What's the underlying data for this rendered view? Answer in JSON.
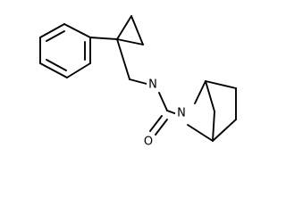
{
  "molecule": {
    "atom_labels": {
      "amide_nitrogen": "N",
      "ring_nitrogen": "N",
      "carbonyl_oxygen": "O"
    },
    "colors": {
      "background": "#ffffff",
      "bond": "#000000",
      "label": "#000000"
    }
  }
}
